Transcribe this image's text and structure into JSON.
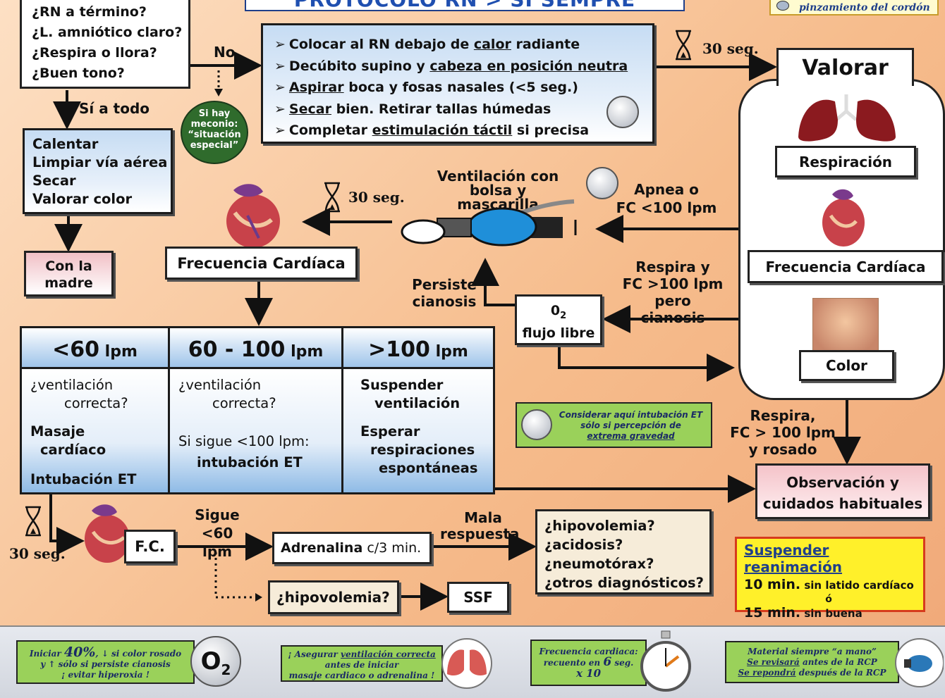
{
  "title": "PROTOCOLO RN > SÍ SEMPRE",
  "top_right_note": "pinzamiento del cordón",
  "initial_questions": [
    "¿RN a término?",
    "¿L. amniótico claro?",
    "¿Respira o llora?",
    "¿Buen tono?"
  ],
  "no_label": "No",
  "si_a_todo": "Sí a todo",
  "meconio": [
    "Si hay",
    "meconio:",
    "“situación",
    "especial”"
  ],
  "steps": [
    {
      "pre": "Colocar al RN debajo de ",
      "u": "calor",
      "post": " radiante"
    },
    {
      "pre": "Decúbito supino y ",
      "u": "cabeza en posición neutra",
      "post": ""
    },
    {
      "pre": "",
      "u": "Aspirar",
      "post": " boca y fosas nasales (<5 seg.)"
    },
    {
      "pre": "",
      "u": "Secar",
      "post": " bien. Retirar tallas húmedas"
    },
    {
      "pre": "Completar ",
      "u": "estimulación táctil",
      "post": " si precisa"
    }
  ],
  "routine_care": [
    "Calentar",
    "Limpiar vía aérea",
    "Secar",
    "Valorar color"
  ],
  "con_la_madre": [
    "Con la",
    "madre"
  ],
  "seg_30": "30 seg.",
  "valorar": {
    "title": "Valorar",
    "respiracion": "Respiración",
    "fc": "Frecuencia Cardíaca",
    "color": "Color"
  },
  "ventilacion": [
    "Ventilación con",
    "bolsa y mascarilla"
  ],
  "apnea": [
    "Apnea o",
    "FC <100 lpm"
  ],
  "fc_main": "Frecuencia Cardíaca",
  "respira_cianosis": [
    "Respira y",
    "FC >100 lpm",
    "pero cianosis"
  ],
  "persiste": [
    "Persiste",
    "cianosis"
  ],
  "o2_box": {
    "o": "0",
    "sub": "2",
    "line2": "flujo libre"
  },
  "table": {
    "col1": {
      "head": "<60",
      "unit": " lpm",
      "lines": [
        "¿ventilación",
        "correcta?",
        "Masaje",
        "cardíaco",
        "Intubación ET"
      ]
    },
    "col2": {
      "head": "60 - 100",
      "unit": " lpm",
      "lines": [
        "¿ventilación",
        "correcta?",
        "Si sigue <100 lpm:",
        "intubación ET"
      ]
    },
    "col3": {
      "head": ">100",
      "unit": " lpm",
      "lines": [
        "Suspender",
        "ventilación",
        "Esperar",
        "respiraciones",
        "espontáneas"
      ]
    }
  },
  "green_note": [
    "Considerar aquí intubación ET",
    "sólo si percepción de",
    "extrema gravedad"
  ],
  "respira_rosado": [
    "Respira,",
    "FC > 100 lpm",
    "y rosado"
  ],
  "observacion": [
    "Observación  y",
    "cuidados habituales"
  ],
  "fc_small": "F.C.",
  "sigue": [
    "Sigue",
    "<60 lpm"
  ],
  "adrenalina": {
    "bold": "Adrenalina",
    "rest": " c/3 min."
  },
  "mala": [
    "Mala",
    "respuesta"
  ],
  "diagnosticos": [
    "¿hipovolemia?",
    "¿acidosis?",
    "¿neumotórax?",
    "¿otros diagnósticos?"
  ],
  "hipovolemia": "¿hipovolemia?",
  "ssf": "SSF",
  "suspender": {
    "head": "Suspender reanimación",
    "row1_big": "10 min.",
    "row1_small": " sin latido cardíaco",
    "o": "ó",
    "row2_big": "15 min.",
    "row2_small": " sin buena respuesta"
  },
  "footer": {
    "o2": {
      "l1a": "Iniciar ",
      "pct": "40%",
      "l1b": ", ↓ si  color rosado",
      "l2": "y ↑ sólo si persiste cianosis",
      "l3": "¡ evitar hiperoxia !"
    },
    "vent": {
      "l1a": "¡ Asegurar ",
      "u": "ventilación correcta",
      "l2": "antes de iniciar",
      "l3": "masaje cardiaco o adrenalina !"
    },
    "fc": {
      "l1": "Frecuencia cardiaca:",
      "l2a": "recuento en ",
      "six": "6",
      "l2b": " seg.",
      "l3": "x 10"
    },
    "mat": {
      "l1": "Material siempre “a mano”",
      "l2u": "Se revisará",
      "l2": " antes de la RCP",
      "l3u": "Se repondrá",
      "l3": " después de la RCP"
    },
    "o2_symbol": "O",
    "o2_sub": "2"
  },
  "colors": {
    "arrow": "#111111",
    "blue_light": "#c6dcf3",
    "pink": "#f1c0c6",
    "green": "#9ad15a",
    "yellow": "#fff02a"
  }
}
